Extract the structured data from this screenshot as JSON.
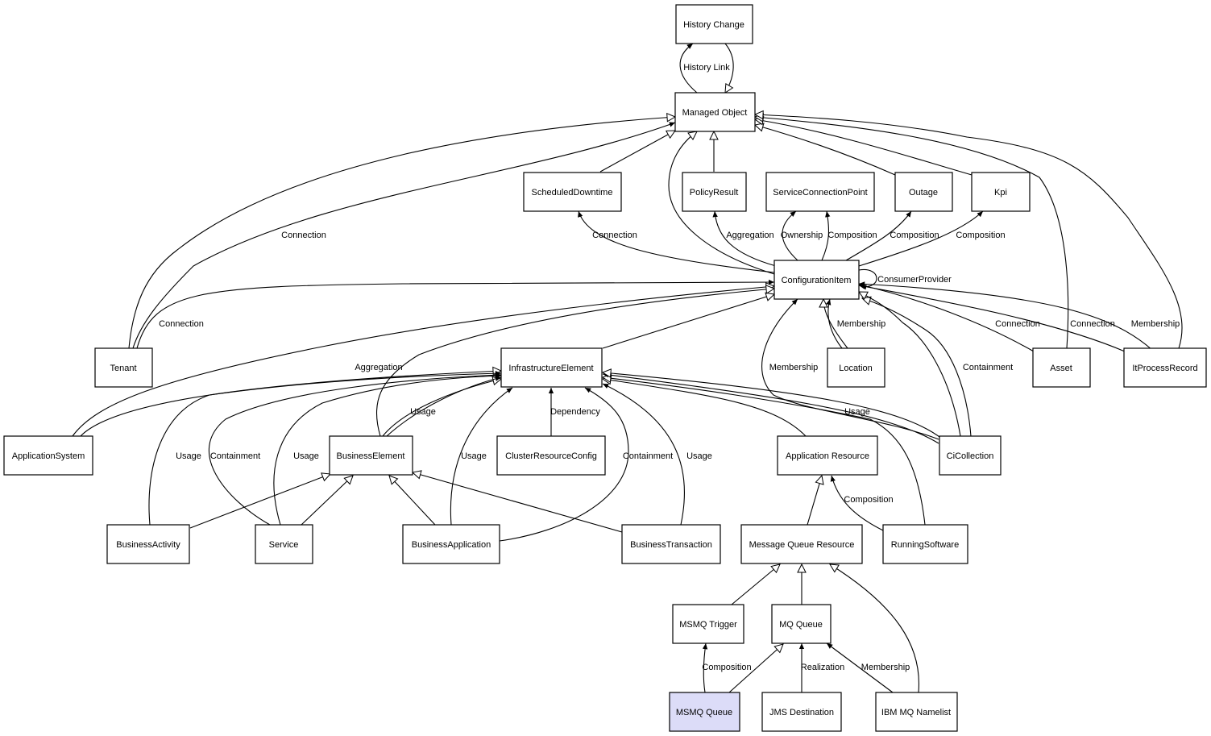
{
  "nodes": {
    "history_change": "History Change",
    "managed_object": "Managed Object",
    "scheduled_downtime": "ScheduledDowntime",
    "policy_result": "PolicyResult",
    "service_connection_point": "ServiceConnectionPoint",
    "outage": "Outage",
    "kpi": "Kpi",
    "configuration_item": "ConfigurationItem",
    "tenant": "Tenant",
    "infrastructure_element": "InfrastructureElement",
    "location": "Location",
    "asset": "Asset",
    "it_process_record": "ItProcessRecord",
    "application_system": "ApplicationSystem",
    "business_element": "BusinessElement",
    "cluster_resource_config": "ClusterResourceConfig",
    "application_resource": "Application Resource",
    "ci_collection": "CiCollection",
    "business_activity": "BusinessActivity",
    "service": "Service",
    "business_application": "BusinessApplication",
    "business_transaction": "BusinessTransaction",
    "message_queue_resource": "Message Queue Resource",
    "running_software": "RunningSoftware",
    "msmq_trigger": "MSMQ Trigger",
    "mq_queue": "MQ Queue",
    "msmq_queue": "MSMQ Queue",
    "jms_destination": "JMS Destination",
    "ibm_mq_namelist": "IBM MQ Namelist"
  },
  "edge_labels": {
    "history_link": "History Link",
    "connection_tenant_mo": "Connection",
    "connection_ci_sd": "Connection",
    "aggregation_ci_pr": "Aggregation",
    "ownership": "Ownership",
    "composition_scp": "Composition",
    "composition_outage": "Composition",
    "composition_kpi": "Composition",
    "consumer_provider": "ConsumerProvider",
    "connection_tenant_ci": "Connection",
    "membership_location": "Membership",
    "connection_asset": "Connection",
    "connection_itpr": "Connection",
    "membership_itpr": "Membership",
    "aggregation_as": "Aggregation",
    "membership_cicoll": "Membership",
    "containment_cicoll": "Containment",
    "usage_be": "Usage",
    "dependency": "Dependency",
    "usage_cicoll": "Usage",
    "usage_ba_act": "Usage",
    "containment_service": "Containment",
    "usage_service": "Usage",
    "usage_bapp": "Usage",
    "containment_bapp": "Containment",
    "usage_bt": "Usage",
    "composition_rs": "Composition",
    "composition_msmq": "Composition",
    "realization": "Realization",
    "membership_ibm": "Membership"
  },
  "colors": {
    "highlight_fill": "#dcdcf8",
    "node_fill": "#ffffff",
    "stroke": "#000000"
  }
}
